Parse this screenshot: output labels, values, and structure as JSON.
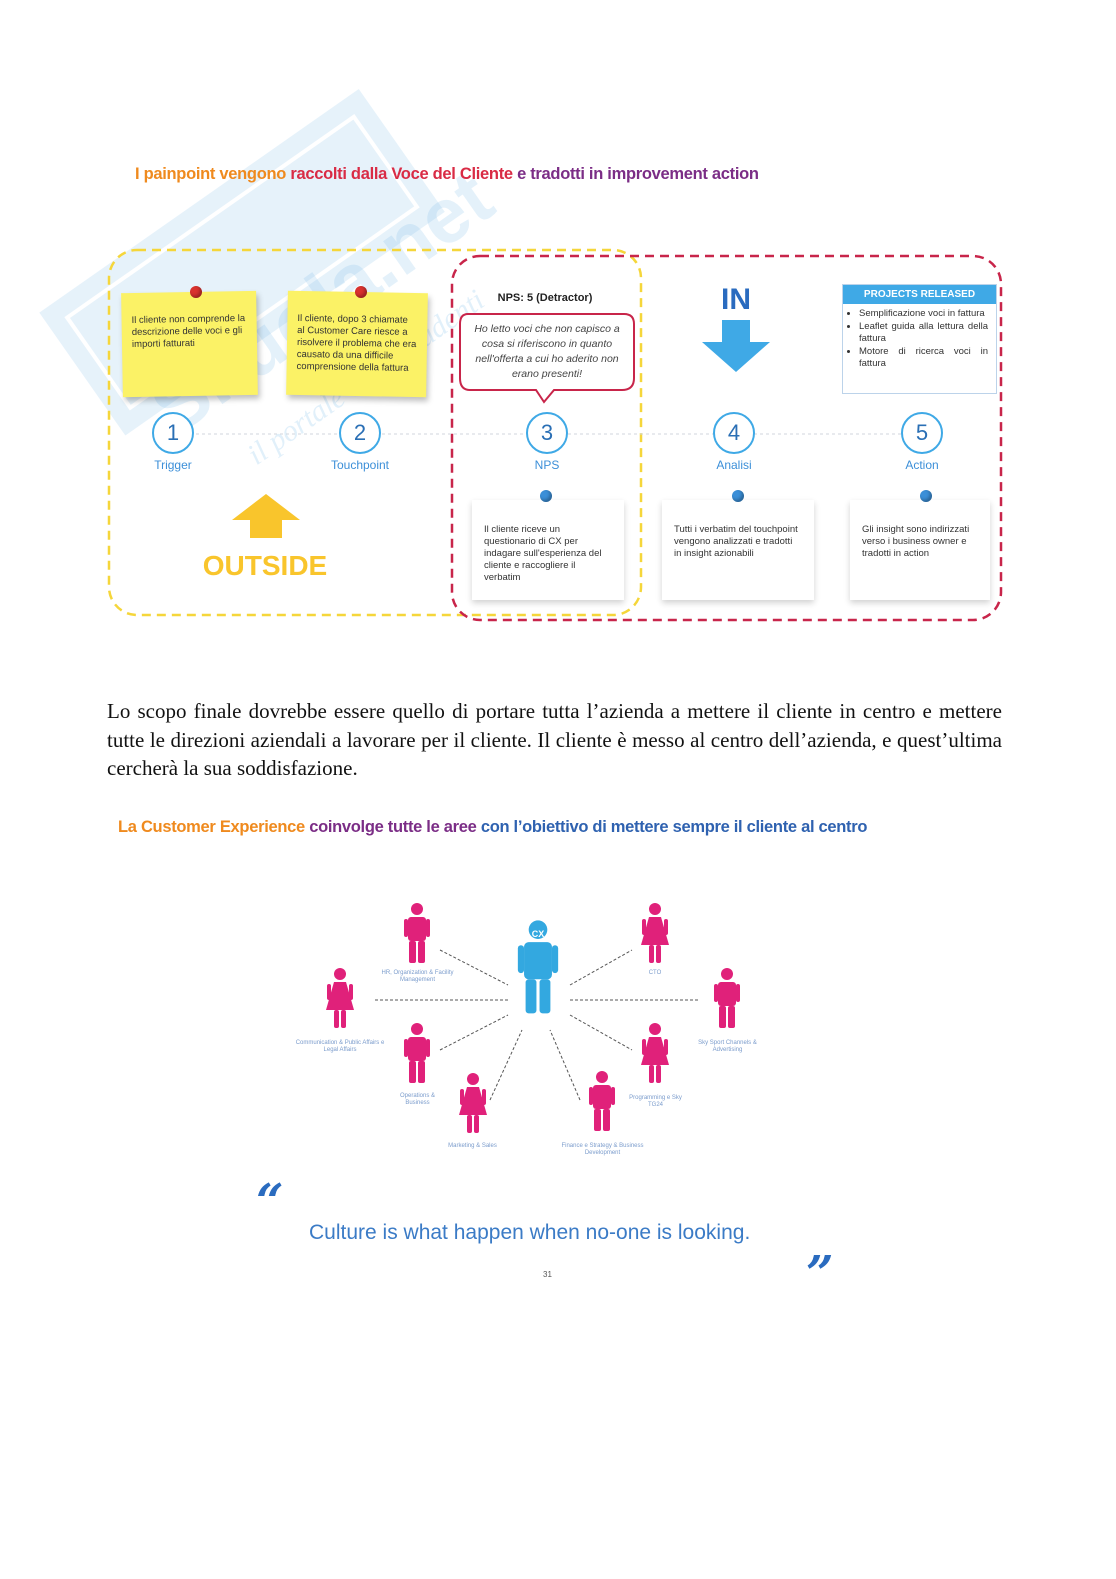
{
  "watermark": {
    "text": "Skuola.net",
    "subtext": "il portale degli studenti"
  },
  "section1": {
    "title_parts": [
      "I painpoint vengono",
      "raccolti dalla",
      "Voce del Cliente",
      "e tradotti in",
      "improvement action"
    ],
    "notes": [
      "Il cliente non comprende la descrizione delle voci e gli importi fatturati",
      "Il cliente, dopo 3 chiamate al Customer Care riesce a risolvere il problema che era causato da una difficile comprensione della fattura"
    ],
    "nps_heading": "NPS: 5 (Detractor)",
    "nps_bubble": "Ho letto voci che non capisco a cosa si riferiscono in quanto nell'offerta a cui ho aderito non erano presenti!",
    "in_label": "IN",
    "outside_label": "OUTSIDE",
    "projects": {
      "header": "PROJECTS RELEASED",
      "items": [
        "Semplificazione voci in fattura",
        "Leaflet guida alla lettura della fattura",
        "Motore di ricerca voci in fattura"
      ]
    },
    "steps": [
      {
        "num": "1",
        "label": "Trigger"
      },
      {
        "num": "2",
        "label": "Touchpoint"
      },
      {
        "num": "3",
        "label": "NPS"
      },
      {
        "num": "4",
        "label": "Analisi"
      },
      {
        "num": "5",
        "label": "Action"
      }
    ],
    "cards": [
      "Il cliente riceve un questionario di CX per indagare sull'esperienza del cliente e raccogliere il verbatim",
      "Tutti i verbatim del touchpoint vengono analizzati e tradotti in insight azionabili",
      "Gli insight sono indirizzati verso i business owner e tradotti in action"
    ]
  },
  "paragraph": "Lo scopo finale dovrebbe essere quello di portare tutta l’azienda a mettere il cliente in centro e mettere tutte le direzioni aziendali a lavorare per il cliente. Il cliente è messo al centro dell’azienda, e quest’ultima cercherà la sua soddisfazione.",
  "section2": {
    "title_parts": [
      "La Customer Experience",
      "coinvolge tutte le aree",
      "con l’obiettivo di mettere sempre il cliente al centro"
    ],
    "center_label": "CX",
    "areas": [
      "HR, Organization & Facility Management",
      "CTO",
      "Communication & Public Affairs e Legal Affairs",
      "Sky Sport Channels & Advertising",
      "Operations & Business",
      "Programming e Sky TG24",
      "Marketing & Sales",
      "Finance e Strategy & Business Development"
    ]
  },
  "quote": {
    "open": "“",
    "text": "Culture is what happen when no-one is looking.",
    "close": "”"
  },
  "page_number": "31",
  "colors": {
    "yellow_border": "#f5d63a",
    "red_border": "#c8254a",
    "accent_blue": "#3fa9e6",
    "figure_pink": "#e0217a",
    "figure_blue": "#33a8e0",
    "note_yellow": "#fbf266"
  }
}
